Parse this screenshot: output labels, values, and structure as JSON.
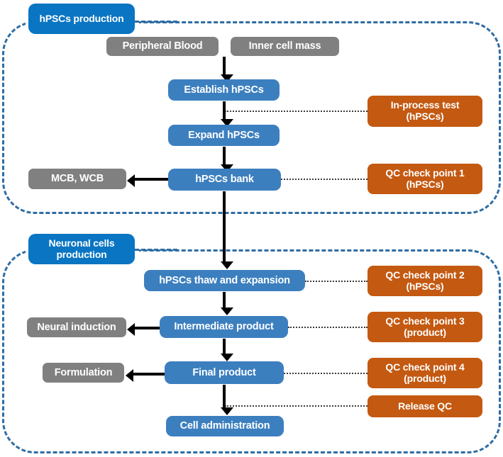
{
  "diagram": {
    "title": "hPSC-derived neuronal cell manufacturing and QC flowchart",
    "colors": {
      "process_blue": "#3C7FBF",
      "label_blue": "#0A75C2",
      "gray": "#808080",
      "orange": "#C45911",
      "panel_border": "#2E6DA4",
      "arrow": "#000000",
      "dotted_line": "#3A3A3A"
    },
    "panels": [
      {
        "id": "panel-hpscs",
        "label": "hPSCs production"
      },
      {
        "id": "panel-neuronal",
        "label": "Neuronal cells production"
      }
    ],
    "nodes": {
      "peripheral_blood": "Peripheral Blood",
      "inner_cell_mass": "Inner cell mass",
      "establish_hpscs": "Establish hPSCs",
      "expand_hpscs": "Expand hPSCs",
      "hpscs_bank": "hPSCs bank",
      "mcb_wcb": "MCB, WCB",
      "thaw_expansion": "hPSCs thaw and expansion",
      "intermediate_product": "Intermediate product",
      "neural_induction": "Neural induction",
      "final_product": "Final product",
      "formulation": "Formulation",
      "cell_administration": "Cell administration"
    },
    "qc_nodes": {
      "in_process_test": {
        "line1": "In-process test",
        "line2": "(hPSCs)"
      },
      "qc_point_1": {
        "line1": "QC check point 1",
        "line2": "(hPSCs)"
      },
      "qc_point_2": {
        "line1": "QC check point 2",
        "line2": "(hPSCs)"
      },
      "qc_point_3": {
        "line1": "QC check point 3",
        "line2": "(product)"
      },
      "qc_point_4": {
        "line1": "QC check point 4",
        "line2": "(product)"
      },
      "release_qc": {
        "line1": "Release QC",
        "line2": ""
      }
    }
  }
}
